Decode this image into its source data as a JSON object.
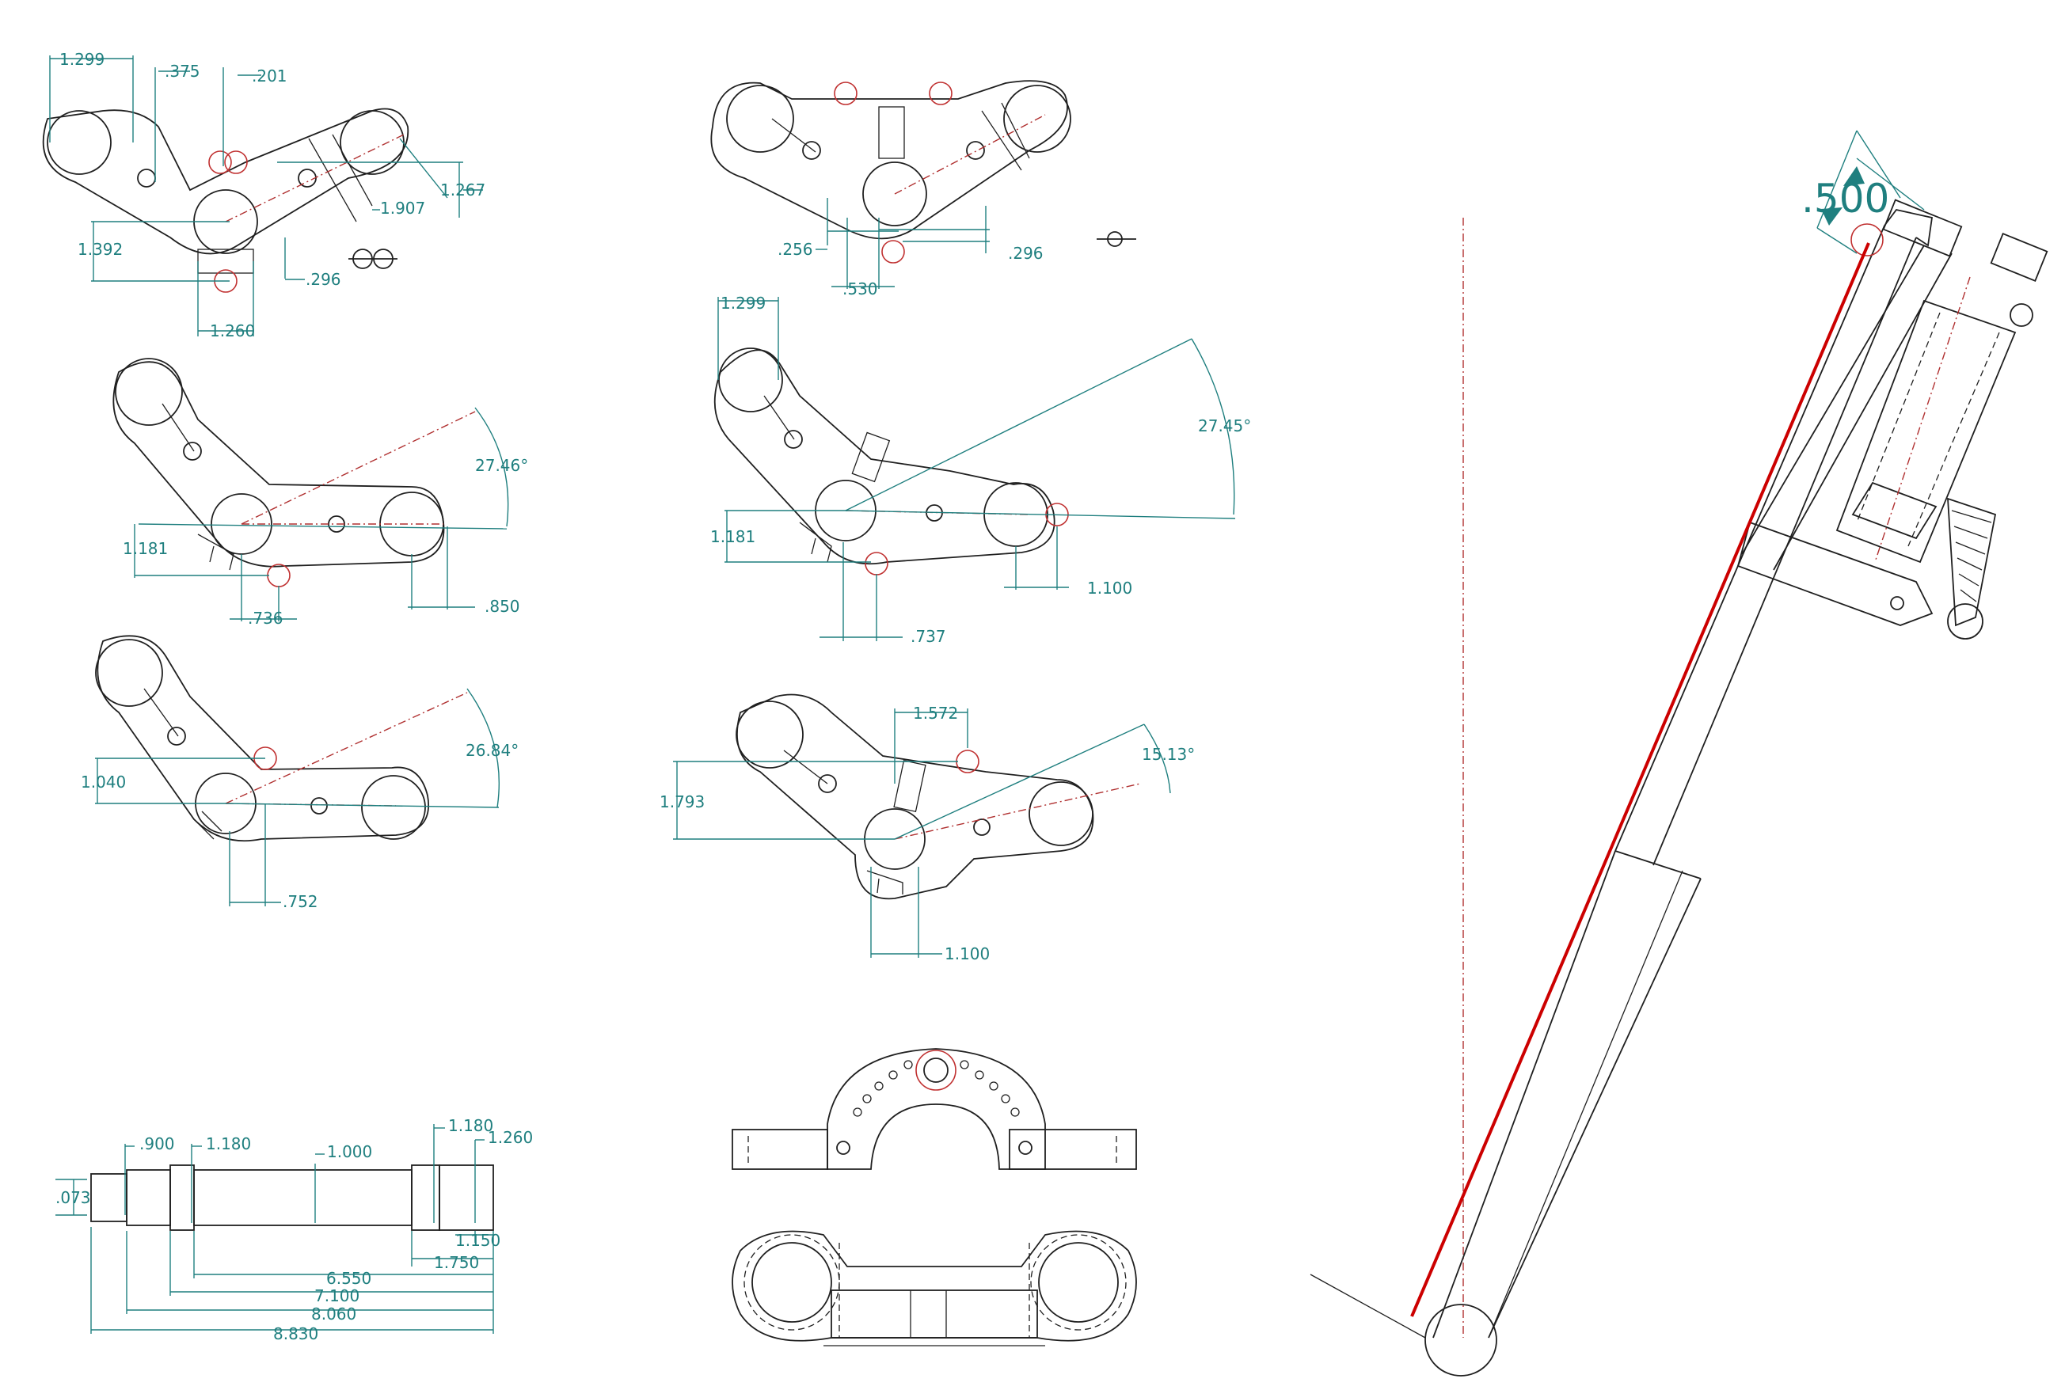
{
  "drawing": {
    "view1": {
      "d1": "1.299",
      "d2": ".375",
      "d3": ".201",
      "d4": "1.267",
      "d5": "1.907",
      "d6": "1.392",
      "d7": ".296",
      "d8": "1.260"
    },
    "view2": {
      "d1": ".256",
      "d2": ".530",
      "d3": ".296"
    },
    "view3": {
      "angle": "27.46°",
      "d1": "1.181",
      "d2": ".736",
      "d3": ".850"
    },
    "view4": {
      "d1": "1.299",
      "angle": "27.45°",
      "d2": "1.181",
      "d3": "1.100",
      "d4": ".737"
    },
    "view5": {
      "angle": "26.84°",
      "d1": "1.040",
      "d2": ".752"
    },
    "view6": {
      "d1": "1.572",
      "angle": "15.13°",
      "d2": "1.793",
      "d3": "1.100"
    },
    "axle": {
      "d1": ".900",
      "d2": "1.180",
      "d3": "1.000",
      "d4": "1.180",
      "d5": "1.260",
      "d6": ".073",
      "d7": "1.150",
      "d8": "1.750",
      "d9": "6.550",
      "d10": "7.100",
      "d11": "8.060",
      "d12": "8.830"
    },
    "fork": {
      "offset": ".500"
    }
  },
  "colors": {
    "dimension": "#1f7f7f",
    "outline": "#202020",
    "centerline": "#b03030",
    "highlight": "#cc0000"
  }
}
